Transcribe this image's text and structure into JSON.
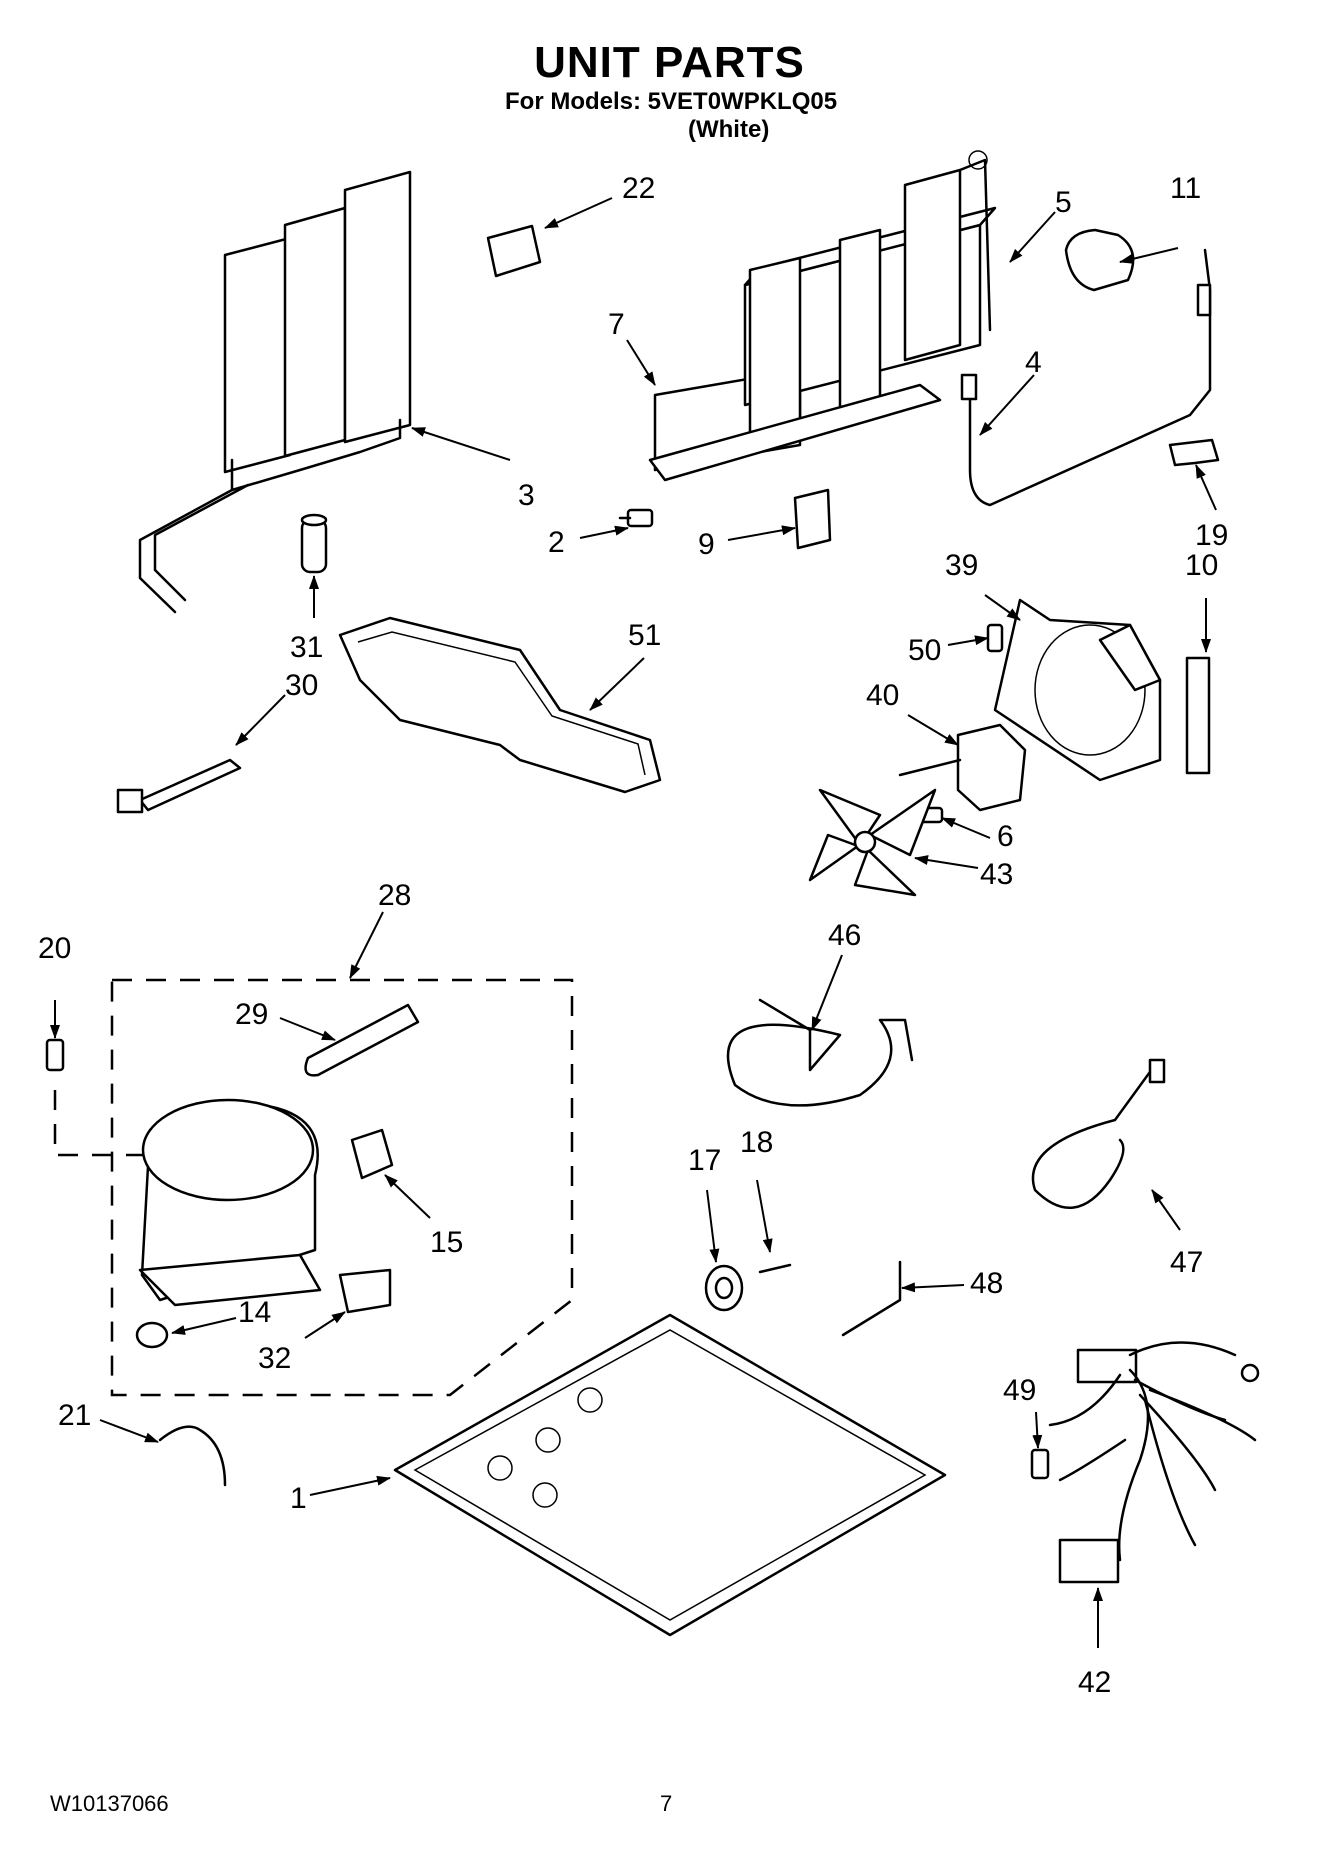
{
  "header": {
    "title": "UNIT PARTS",
    "models_line": "For Models: 5VET0WPKLQ05",
    "color_line": "(White)"
  },
  "footer": {
    "document_number": "W10137066",
    "page_number": "7"
  },
  "callouts": {
    "c1": "1",
    "c2": "2",
    "c3": "3",
    "c4": "4",
    "c5": "5",
    "c6": "6",
    "c7": "7",
    "c9": "9",
    "c10": "10",
    "c11": "11",
    "c14": "14",
    "c15": "15",
    "c17": "17",
    "c18": "18",
    "c19": "19",
    "c20": "20",
    "c21": "21",
    "c22": "22",
    "c28": "28",
    "c29": "29",
    "c30": "30",
    "c31": "31",
    "c32": "32",
    "c39": "39",
    "c40": "40",
    "c42": "42",
    "c43": "43",
    "c46": "46",
    "c47": "47",
    "c48": "48",
    "c49": "49",
    "c50": "50",
    "c51": "51"
  }
}
